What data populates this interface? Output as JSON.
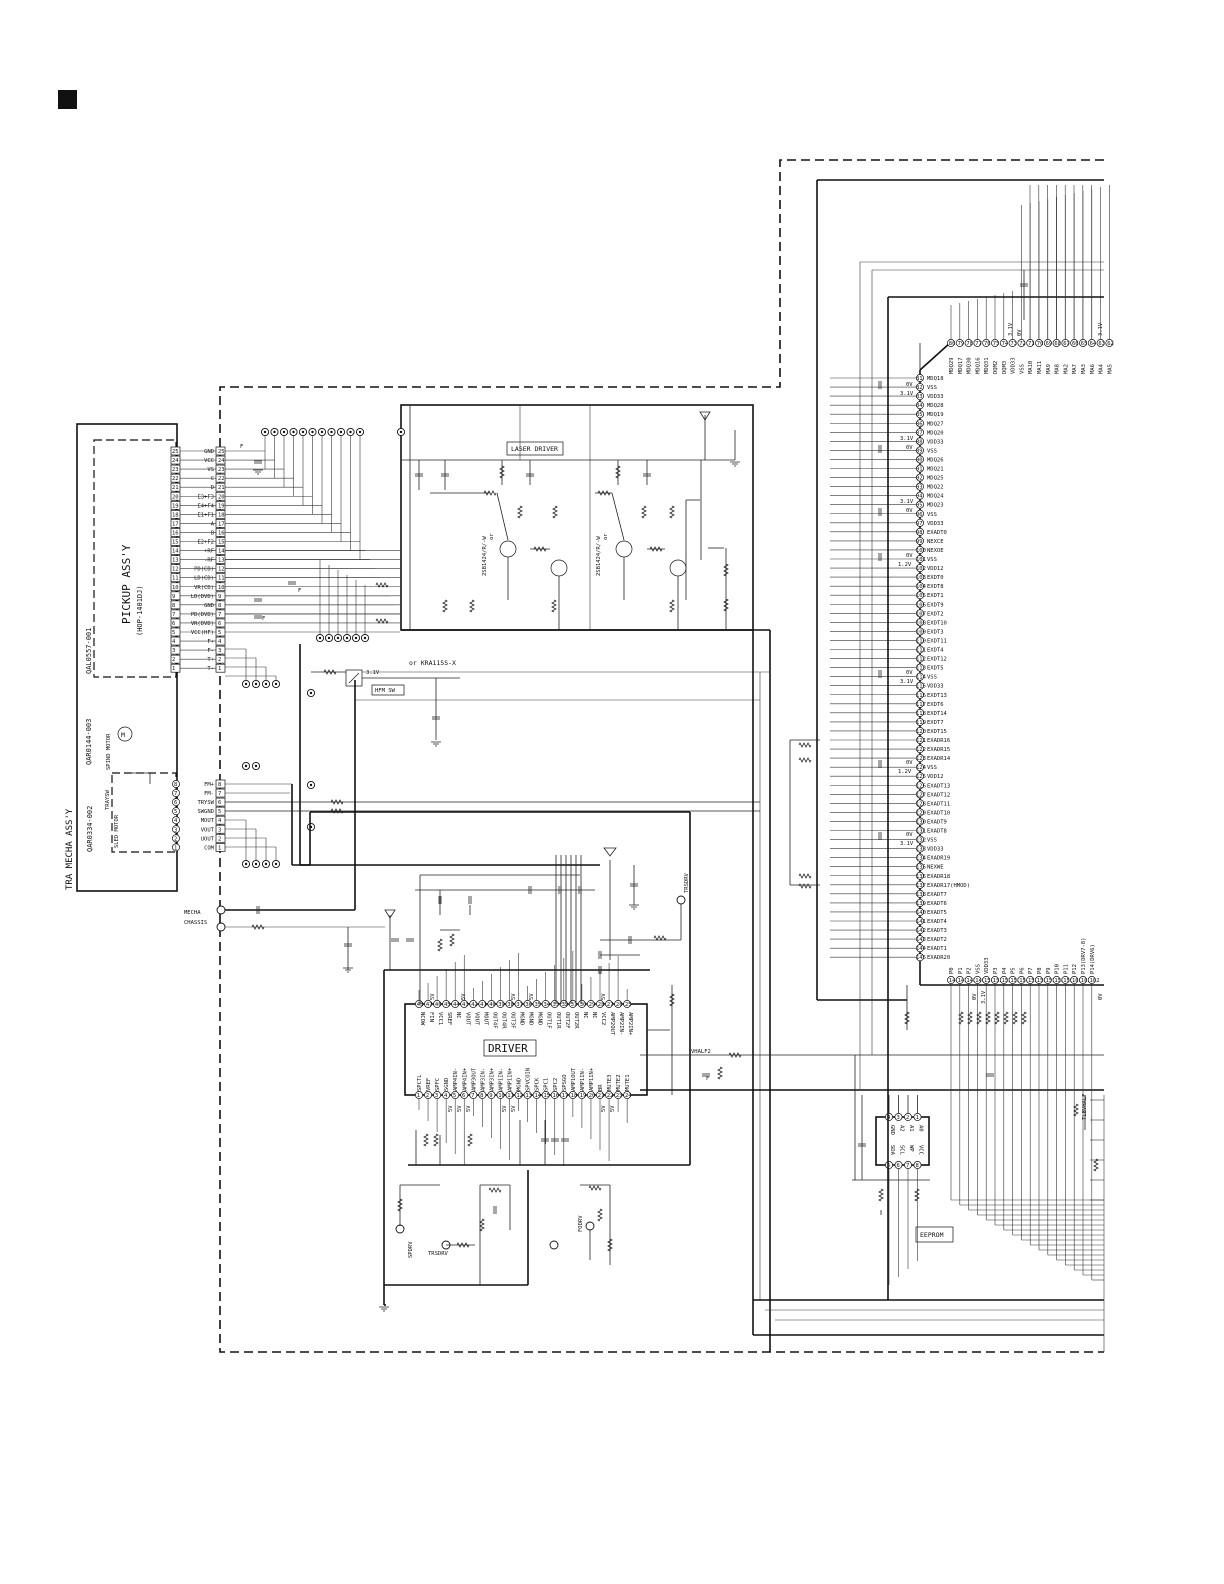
{
  "header": {
    "marker": "■"
  },
  "assemblies": {
    "tra_mecha": "TRA MECHA ASS'Y",
    "tra_mecha_part": "QAR0334-002",
    "pickup": "PICKUP ASS'Y",
    "pickup_model": "(HOP-1401DJ)",
    "pickup_part": "QAL0557-001",
    "motor_part": "QAR0144-003",
    "motor_label": "SPIND MOTOR",
    "tray_switch": "TRAYSW",
    "sled_motor": "SLED MOTOR"
  },
  "pickup_connector": {
    "pins": [
      "GND",
      "VCC",
      "VS",
      "C",
      "D",
      "E3+F3",
      "E4+F4",
      "E1+F1",
      "A",
      "B",
      "E2+F2",
      "+RF",
      "-RF",
      "PD(CD)",
      "LD(CD)",
      "VR(CD)",
      "LD(DVD)",
      "GND",
      "PD(DVD)",
      "VR(DVD)",
      "VCC(HF)",
      "F+",
      "F-",
      "T+",
      "T-"
    ],
    "numbers": [
      "25",
      "24",
      "23",
      "22",
      "21",
      "20",
      "19",
      "18",
      "17",
      "16",
      "15",
      "14",
      "13",
      "12",
      "11",
      "10",
      "9",
      "8",
      "7",
      "6",
      "5",
      "4",
      "3",
      "2",
      "1"
    ]
  },
  "mecha_connector": {
    "pins": [
      "FM+",
      "FM-",
      "TRYSW",
      "SWGND",
      "MOUT",
      "VOUT",
      "UOUT",
      "COM"
    ],
    "numbers": [
      "8",
      "7",
      "6",
      "5",
      "4",
      "3",
      "2",
      "1"
    ]
  },
  "labels": {
    "laser_driver": "LASER DRIVER",
    "transistor1": "2SB1424/R/-W",
    "transistor2": "2SB1424/R/-W",
    "transistor_alt": "or",
    "hfm_alt": "or KRA115S-X",
    "hfm_sw": "HFM SW",
    "v31": "3.1V",
    "mecha_chassis_1": "MECHA",
    "mecha_chassis_2": "CHASSIS",
    "driver": "DRIVER",
    "eeprom": "EEPROM",
    "trsdrv": "TRSDRV",
    "trsdrv2": "TRSDRV",
    "spdrv": "SPDRV",
    "fodrv": "FODRV",
    "vhalf2": "VHALF2",
    "tlbvhalf": "TLBVHALF"
  },
  "driver_ic": {
    "top_pins": [
      "NCOW",
      "FIN",
      "VCC1",
      "SREF",
      "NC",
      "VOUT",
      "VOUT",
      "MOUT",
      "OUT4F",
      "OUT4R",
      "OUT3F",
      "MGND",
      "MGND",
      "MGND",
      "OUT1F",
      "OUT1R",
      "OUT2F",
      "OUT2R",
      "NC",
      "NC",
      "VCC2",
      "AMP2OUT",
      "AMP2IN-",
      "AMP2IN+"
    ],
    "top_nums": [
      "48",
      "47",
      "46",
      "45",
      "44",
      "43",
      "42",
      "41",
      "40",
      "39",
      "38",
      "37",
      "36",
      "35",
      "34",
      "33",
      "32",
      "31",
      "30",
      "29",
      "28",
      "27",
      "26",
      "25"
    ],
    "bottom_pins": [
      "SPCTL",
      "VREF",
      "SPFC",
      "SGND",
      "AMP4IN-",
      "AMP4IN+",
      "AMP3OUT",
      "AMP3IN-",
      "AMP3IN+",
      "AMP1IN-",
      "AMP1IN+",
      "MGND",
      "SPVCOIN",
      "SPCK",
      "SPC1",
      "SPC2",
      "SPSGO",
      "AMP1OUT",
      "AMP1IN-",
      "AMP1IN+",
      "BR",
      "MUTE3",
      "MUTE2",
      "MUTE1"
    ],
    "bottom_nums": [
      "1",
      "2",
      "3",
      "4",
      "5",
      "6",
      "7",
      "8",
      "9",
      "10",
      "11",
      "12",
      "13",
      "14",
      "15",
      "16",
      "17",
      "18",
      "19",
      "20",
      "21",
      "22",
      "23",
      "24"
    ]
  },
  "eeprom_ic": {
    "top_pins": [
      "GND",
      "A2",
      "A1",
      "A0"
    ],
    "top_nums": [
      "4",
      "3",
      "2",
      "1"
    ],
    "bottom_pins": [
      "SDA",
      "SCL",
      "WP",
      "VCC"
    ],
    "bottom_nums": [
      "5",
      "6",
      "7",
      "8"
    ]
  },
  "mcu_left": {
    "pins": [
      "MDQ18",
      "VSS",
      "VDD33",
      "MDQ28",
      "MDQ19",
      "MDQ27",
      "MDQ20",
      "VDD33",
      "VSS",
      "MDQ26",
      "MDQ21",
      "MDQ25",
      "MDQ22",
      "MDQ24",
      "MDQ23",
      "VSS",
      "VDD33",
      "EXADT0",
      "NEXCE",
      "NEXOE",
      "VSS",
      "VDD12",
      "EXDT0",
      "EXDT8",
      "EXDT1",
      "EXDT9",
      "EXDT2",
      "EXDT10",
      "EXDT3",
      "EXDT11",
      "EXDT4",
      "EXDT12",
      "EXDT5",
      "VSS",
      "VDD33",
      "EXDT13",
      "EXDT6",
      "EXDT14",
      "EXDT7",
      "EXDT15",
      "EXADR16",
      "EXADR15",
      "EXADR14",
      "VSS",
      "VDD12",
      "EXADT13",
      "EXADT12",
      "EXADT11",
      "EXADT10",
      "EXADT9",
      "EXADT8",
      "VSS",
      "VDD33",
      "EXADR19",
      "NEXWE",
      "EXADR18",
      "EXADR17(HMOD)",
      "EXADT7",
      "EXADT6",
      "EXADT5",
      "EXADT4",
      "EXADT3",
      "EXADT2",
      "EXADT1",
      "EXADR20"
    ],
    "nums": [
      "81",
      "82",
      "83",
      "84",
      "85",
      "86",
      "87",
      "88",
      "89",
      "90",
      "91",
      "92",
      "93",
      "94",
      "95",
      "96",
      "97",
      "98",
      "99",
      "100",
      "101",
      "102",
      "103",
      "104",
      "105",
      "106",
      "107",
      "108",
      "109",
      "110",
      "111",
      "112",
      "113",
      "114",
      "115",
      "116",
      "117",
      "118",
      "119",
      "120",
      "121",
      "122",
      "123",
      "124",
      "125",
      "126",
      "127",
      "128",
      "129",
      "130",
      "131",
      "132",
      "133",
      "134",
      "135",
      "136",
      "137",
      "138",
      "139",
      "140",
      "141",
      "142",
      "143",
      "144",
      "145"
    ],
    "volts": {
      "v0_1": "0V",
      "v31_1": "3.1V",
      "v31_2": "3.1V",
      "v0_2": "0V",
      "v31_3": "3.1V",
      "v0_3": "0V",
      "v0_4": "0V",
      "v12_1": "1.2V",
      "v0_5": "0V",
      "v31_4": "3.1V",
      "v0_6": "0V",
      "v12_2": "1.2V",
      "v0_7": "0V",
      "v31_5": "3.1V"
    }
  },
  "mcu_top": {
    "pins": [
      "MDQ29",
      "MDQ17",
      "MDQ30",
      "MDQ16",
      "MDQ31",
      "DQM2",
      "DQM3",
      "VDD33",
      "VSS",
      "MA10",
      "MA11",
      "MA9",
      "MA8",
      "MA2",
      "MA7",
      "MA3",
      "MA6",
      "MA4",
      "MA5"
    ],
    "nums": [
      "80",
      "79",
      "78",
      "77",
      "76",
      "75",
      "74",
      "73",
      "72",
      "71",
      "70",
      "69",
      "68",
      "67",
      "66",
      "65",
      "64",
      "63",
      "62"
    ],
    "volts": {
      "a": "3.1V",
      "b": "0V",
      "c": "3.1V"
    }
  },
  "mcu_bottom": {
    "pins": [
      "P0",
      "P1",
      "P2",
      "VSS",
      "VDD33",
      "P3",
      "P4",
      "P5",
      "P6",
      "P7",
      "P8",
      "P9",
      "P10",
      "P11",
      "P12",
      "P13(DRV7-8)",
      "P14(DRV6)"
    ],
    "nums": [
      "146",
      "147",
      "148",
      "149",
      "150",
      "151",
      "152",
      "153",
      "154",
      "155",
      "156",
      "157",
      "158",
      "159",
      "160",
      "161",
      "162"
    ],
    "volts": {
      "a": "0V",
      "b": "3.1V",
      "c": "0V"
    }
  },
  "driver_volts": {
    "a": "5V",
    "b": "5V",
    "c": "5V",
    "d": "5V",
    "e": "5V",
    "f": "5V",
    "g": "5V",
    "h": "5V",
    "i": "5V",
    "j": "5V",
    "k": "5V",
    "l": "5V"
  },
  "component_marks": {
    "fuse": "F",
    "fuse2": "F",
    "fuse3": "F",
    "fuse4": "F"
  }
}
